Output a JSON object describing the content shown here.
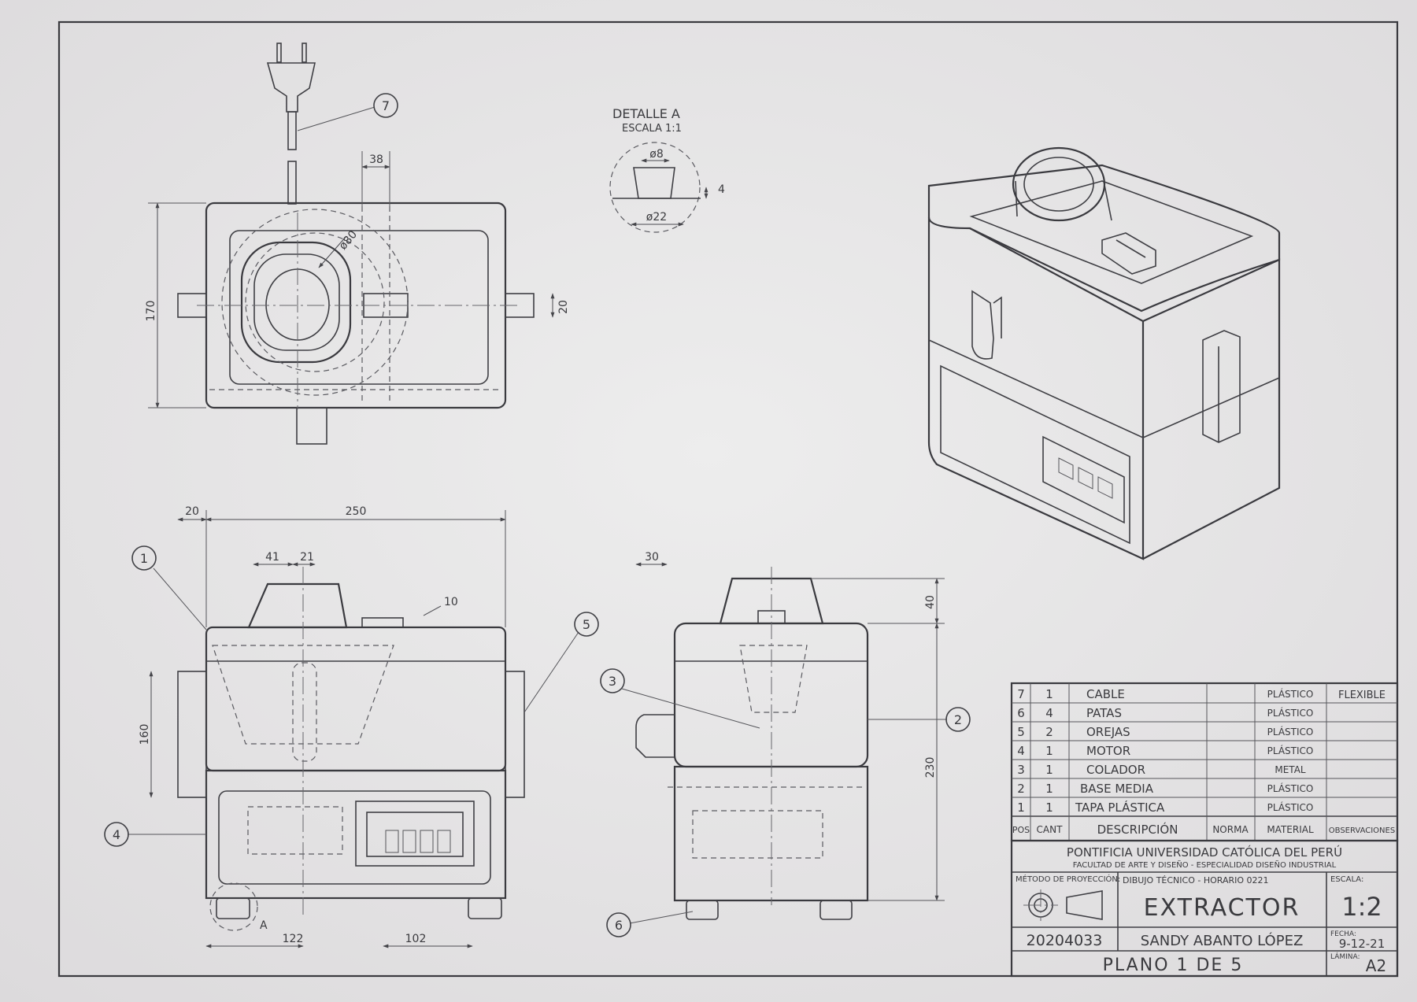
{
  "views": {
    "detail": {
      "title": "DETALLE A",
      "scale": "ESCALA 1:1",
      "dims": [
        "ø8",
        "4",
        "ø22"
      ]
    },
    "top_dims": [
      "38",
      "170",
      "20",
      "ø80"
    ],
    "front_dims": [
      "20",
      "250",
      "41",
      "21",
      "10",
      "160",
      "122",
      "102"
    ],
    "front_marker": "A",
    "side_dims": [
      "30",
      "40",
      "230"
    ],
    "balloons": [
      "1",
      "2",
      "3",
      "4",
      "5",
      "6",
      "7"
    ]
  },
  "parts_list": {
    "rows": [
      {
        "pos": "7",
        "cant": "1",
        "desc": "CABLE",
        "norma": "",
        "material": "PLÁSTICO",
        "obs": "FLEXIBLE"
      },
      {
        "pos": "6",
        "cant": "4",
        "desc": "PATAS",
        "norma": "",
        "material": "PLÁSTICO",
        "obs": ""
      },
      {
        "pos": "5",
        "cant": "2",
        "desc": "OREJAS",
        "norma": "",
        "material": "PLÁSTICO",
        "obs": ""
      },
      {
        "pos": "4",
        "cant": "1",
        "desc": "MOTOR",
        "norma": "",
        "material": "PLÁSTICO",
        "obs": ""
      },
      {
        "pos": "3",
        "cant": "1",
        "desc": "COLADOR",
        "norma": "",
        "material": "METAL",
        "obs": ""
      },
      {
        "pos": "2",
        "cant": "1",
        "desc": "BASE MEDIA",
        "norma": "",
        "material": "PLÁSTICO",
        "obs": ""
      },
      {
        "pos": "1",
        "cant": "1",
        "desc": "TAPA PLÁSTICA",
        "norma": "",
        "material": "PLÁSTICO",
        "obs": ""
      }
    ],
    "header": {
      "pos": "POS",
      "cant": "CANT",
      "desc": "DESCRIPCIÓN",
      "norma": "NORMA",
      "material": "MATERIAL",
      "obs": "OBSERVACIONES"
    }
  },
  "title_block": {
    "university": "PONTIFICIA UNIVERSIDAD CATÓLICA DEL PERÚ",
    "faculty": "FACULTAD DE ARTE Y DISEÑO - ESPECIALIDAD DISEÑO INDUSTRIAL",
    "method_label": "MÉTODO DE PROYECCIÓN:",
    "course": "DIBUJO TÉCNICO  -  HORARIO 0221",
    "title": "EXTRACTOR",
    "scale_label": "ESCALA:",
    "scale": "1:2",
    "code": "20204033",
    "author": "SANDY ABANTO LÓPEZ",
    "date_label": "FECHA:",
    "date": "9-12-21",
    "sheet_label": "LÁMINA:",
    "sheet_size": "A2",
    "plan": "PLANO 1 DE 5"
  }
}
